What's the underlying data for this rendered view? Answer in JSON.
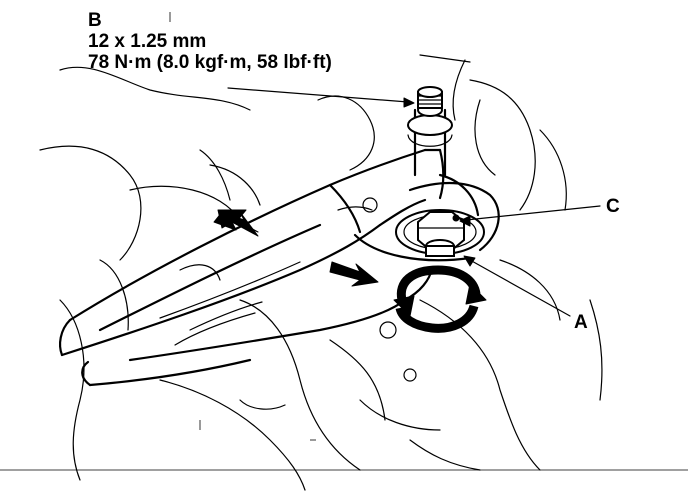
{
  "callouts": {
    "b": {
      "letter": "B",
      "thread": "12 x 1.25 mm",
      "torque": "78 N·m (8.0 kgf·m, 58 lbf·ft)"
    },
    "a": {
      "letter": "A"
    },
    "c": {
      "letter": "C"
    }
  },
  "colors": {
    "ink": "#000000",
    "background": "#ffffff"
  },
  "icons": [
    "direction-arrow-left-icon",
    "direction-arrow-right-icon",
    "rotation-arrow-icon"
  ]
}
